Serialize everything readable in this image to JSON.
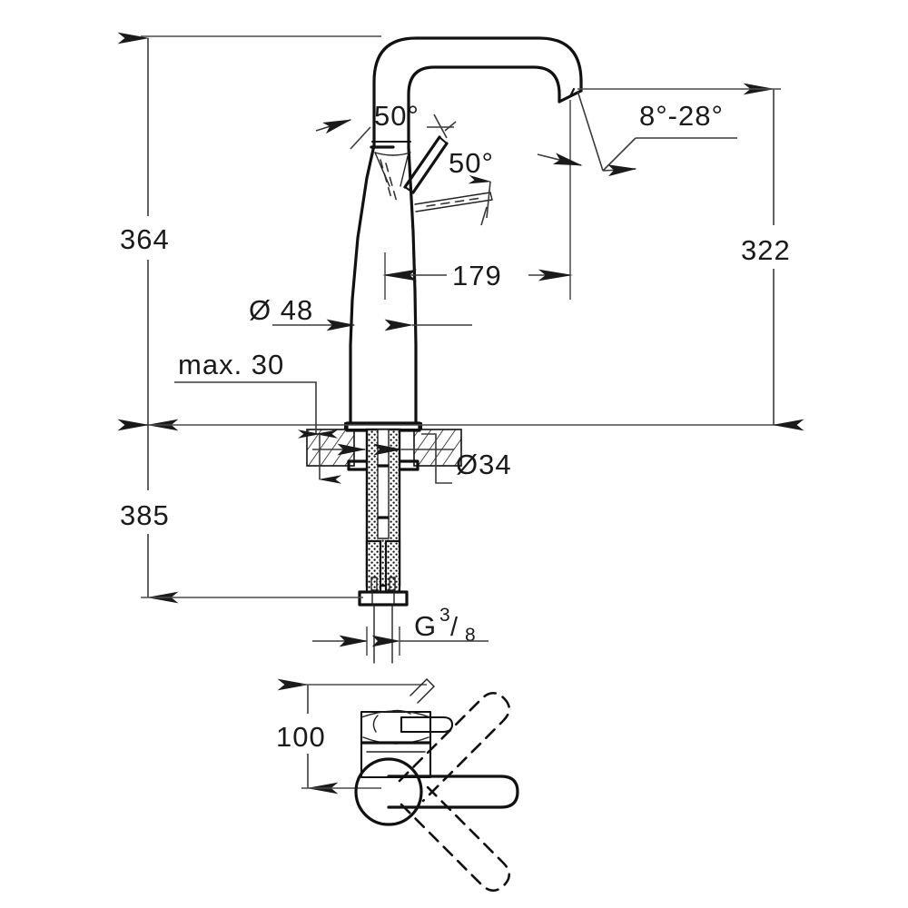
{
  "drawing": {
    "title": "Single-lever basin mixer dimensional drawing",
    "units": "mm",
    "line_color": "#111111",
    "dim_color": "#3a3a3a",
    "background": "#ffffff"
  },
  "dimensions": {
    "total_height": "364",
    "spout_height": "322",
    "below_deck": "385",
    "spout_reach": "179",
    "body_diameter": "Ø 48",
    "shank_diameter": "Ø34",
    "deck_thickness": "max. 30",
    "handle_height": "100",
    "handle_angle_left": "50°",
    "handle_angle_right": "50°",
    "outlet_angle": "8°-28°",
    "thread_letter": "G",
    "thread_numerator": "3",
    "thread_slash": "/",
    "thread_denominator": "8"
  },
  "labels": {
    "height_364": "364",
    "height_322": "322",
    "height_385": "385",
    "reach_179": "179",
    "dia_48": "Ø 48",
    "dia_34": "Ø34",
    "max_30": "max. 30",
    "height_100": "100",
    "angle_50_a": "50°",
    "angle_50_b": "50°",
    "angle_range": "8°-28°"
  },
  "views": [
    {
      "name": "elevation",
      "description": "front section view of tall basin mixer with gooseneck spout, threaded shank and flexible hoses"
    },
    {
      "name": "plan",
      "description": "top view showing spout swivel range with dashed alternate positions"
    }
  ]
}
